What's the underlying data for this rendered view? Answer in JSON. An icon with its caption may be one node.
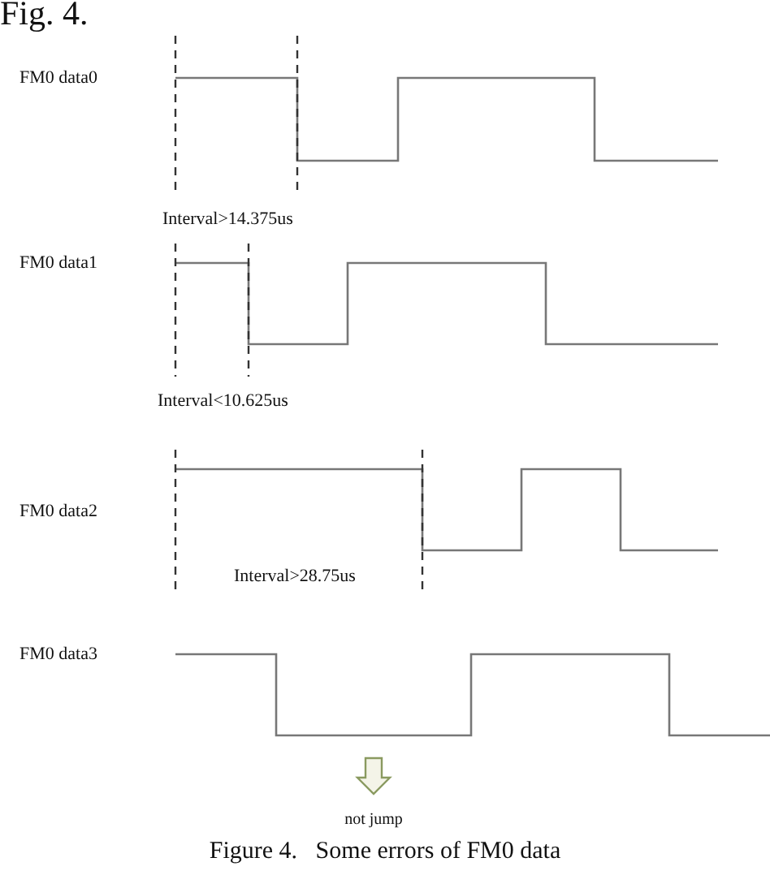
{
  "diagram": {
    "title": "Fig. 4.",
    "caption": "Figure 4.   Some errors of FM0 data",
    "labels": [
      "FM0 data0",
      "Interval>14.375us",
      "FM0 data1",
      "Interval<10.625us",
      "FM0 data2",
      "Interval>28.75us",
      "FM0 data3",
      "not jump"
    ]
  }
}
